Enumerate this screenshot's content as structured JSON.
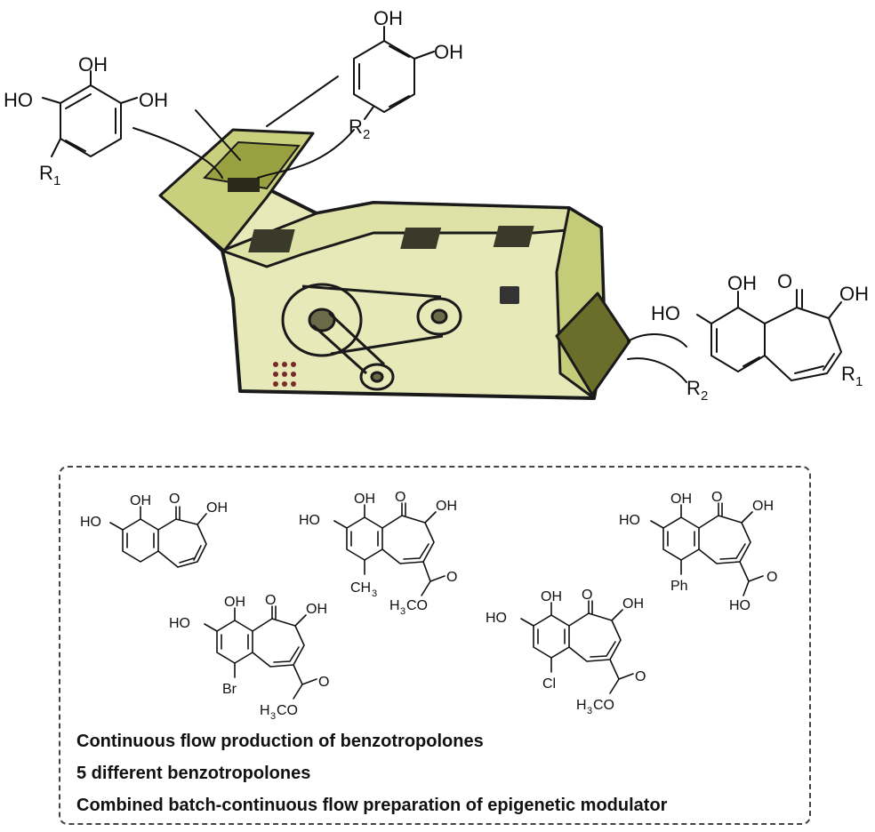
{
  "top": {
    "pyrogallol": {
      "oh_top": "OH",
      "ho_left": "HO",
      "oh_right": "OH",
      "r_label": "R",
      "r_sub": "1"
    },
    "catechol": {
      "oh_top": "OH",
      "oh_right": "OH",
      "r_label": "R",
      "r_sub": "2"
    },
    "product": {
      "oh_top": "OH",
      "ketone_o": "O",
      "oh_right": "OH",
      "ho_left": "HO",
      "r2_label": "R",
      "r2_sub": "2",
      "r1_label": "R",
      "r1_sub": "1"
    }
  },
  "examples": [
    {
      "oh_top": "OH",
      "ho": "HO",
      "ketone_o": "O",
      "oh_right": "OH"
    },
    {
      "oh_top": "OH",
      "ho": "HO",
      "ketone_o": "O",
      "oh_right": "OH",
      "subst": "CH",
      "subst_sub": "3",
      "ester_o": "O",
      "ester_me": "H",
      "ester_me_sub": "3",
      "ester_tail": "CO"
    },
    {
      "oh_top": "OH",
      "ho": "HO",
      "ketone_o": "O",
      "oh_right": "OH",
      "subst": "Ph",
      "acid_o": "O",
      "acid_oh": "HO"
    },
    {
      "oh_top": "OH",
      "ho": "HO",
      "ketone_o": "O",
      "oh_right": "OH",
      "subst": "Br",
      "ester_o": "O",
      "ester_me": "H",
      "ester_me_sub": "3",
      "ester_tail": "CO"
    },
    {
      "oh_top": "OH",
      "ho": "HO",
      "ketone_o": "O",
      "oh_right": "OH",
      "subst": "Cl",
      "ester_o": "O",
      "ester_me": "H",
      "ester_me_sub": "3",
      "ester_tail": "CO"
    }
  ],
  "captions": [
    "Continuous flow production of benzotropolones",
    "5 different benzotropolones",
    "Combined batch-continuous flow preparation of epigenetic modulator"
  ],
  "colors": {
    "machine_body": "#e7e9b8",
    "machine_dark": "#b6bf62",
    "machine_outline": "#1a1a1a"
  }
}
